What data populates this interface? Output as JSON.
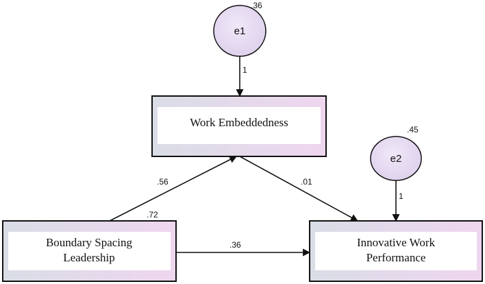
{
  "variables": {
    "work_embeddedness": {
      "label": "Work Embeddedness"
    },
    "boundary_spacing_leadership": {
      "line1": "Boundary Spacing",
      "line2": "Leadership",
      "variance": ".72"
    },
    "innovative_work_performance": {
      "line1": "Innovative Work",
      "line2": "Performance"
    }
  },
  "errors": {
    "e1": {
      "label": "e1",
      "variance": ".36",
      "loading": "1"
    },
    "e2": {
      "label": "e2",
      "variance": ".45",
      "loading": "1"
    }
  },
  "paths": {
    "bsl_to_we": ".56",
    "we_to_iwp": ".01",
    "bsl_to_iwp": ".36"
  },
  "colors": {
    "box_gradient_left": "#d9dde6",
    "box_gradient_right": "#efd6ef",
    "box_inner": "#ffffff",
    "ellipse_fill": "#e4daf0",
    "stroke": "#111111"
  }
}
